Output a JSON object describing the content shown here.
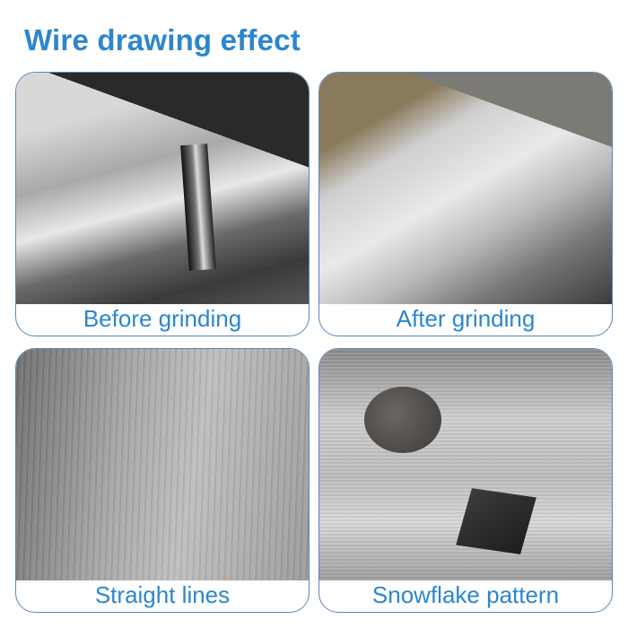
{
  "title": "Wire drawing effect",
  "accent_color": "#2b86cf",
  "panels": [
    {
      "label": "Before grinding"
    },
    {
      "label": "After grinding"
    },
    {
      "label": "Straight lines"
    },
    {
      "label": "Snowflake pattern"
    }
  ]
}
